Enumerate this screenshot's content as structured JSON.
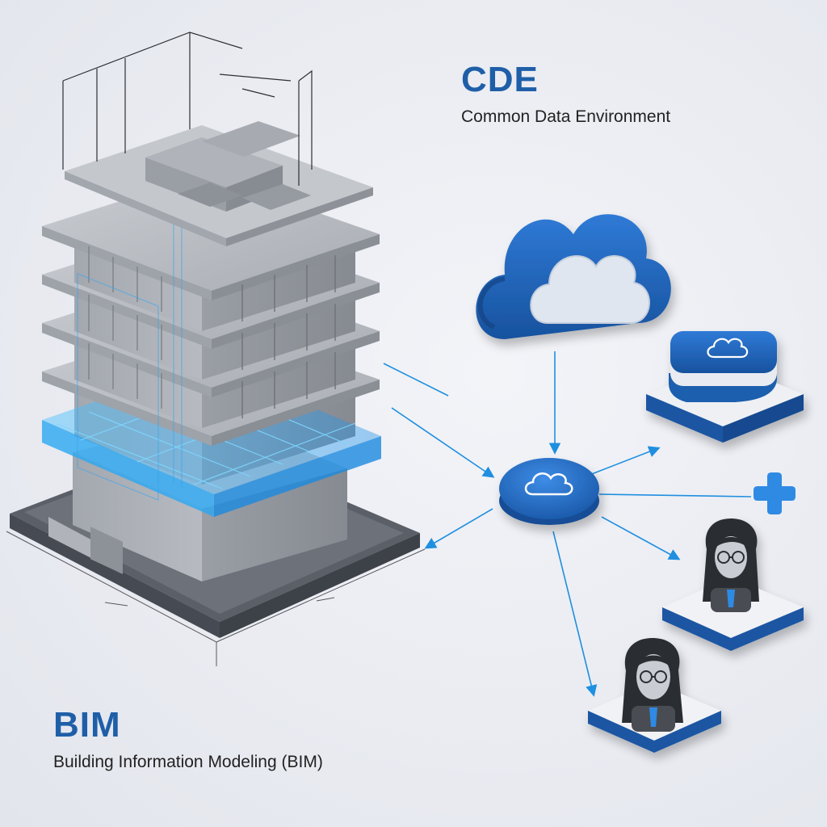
{
  "cde": {
    "title": "CDE",
    "subtitle": "Common Data Environment"
  },
  "bim": {
    "title": "BIM",
    "subtitle": "Building Information Modeling (BIM)"
  },
  "nodes": [
    {
      "id": "cloud",
      "icon": "cloud-icon"
    },
    {
      "id": "hub",
      "icon": "cloud-icon"
    },
    {
      "id": "storage",
      "icon": "cloud-icon"
    },
    {
      "id": "user-1",
      "icon": "person-icon"
    },
    {
      "id": "user-2",
      "icon": "person-icon"
    },
    {
      "id": "add",
      "icon": "plus-icon"
    }
  ],
  "colors": {
    "accent": "#1f63b8",
    "accent_light": "#2f86e0",
    "glow": "#38b6ff",
    "building": "#b9bcc2",
    "building_dark": "#8f939a",
    "tile_base": "#e4e6eb",
    "background": "#eceef3"
  }
}
